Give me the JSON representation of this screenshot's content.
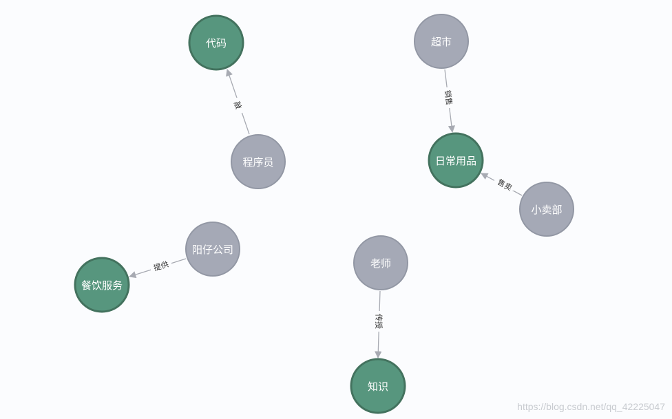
{
  "colors": {
    "background": "#fbfcfe",
    "target_fill": "#57967e",
    "target_stroke": "#43725e",
    "source_fill": "#a5a9b6",
    "source_stroke": "#9297a4",
    "edge": "#a7aab2",
    "edge_label_bg": "#ffffff",
    "node_text": "#ffffff"
  },
  "nodes": {
    "code": {
      "label": "代码",
      "kind": "target"
    },
    "programmer": {
      "label": "程序员",
      "kind": "source"
    },
    "supermarket": {
      "label": "超市",
      "kind": "source"
    },
    "daily_goods": {
      "label": "日常用品",
      "kind": "target"
    },
    "kiosk": {
      "label": "小卖部",
      "kind": "source"
    },
    "yangzai": {
      "label": "阳仔公司",
      "kind": "source"
    },
    "catering": {
      "label": "餐饮服务",
      "kind": "target"
    },
    "teacher": {
      "label": "老师",
      "kind": "source"
    },
    "knowledge": {
      "label": "知识",
      "kind": "target"
    }
  },
  "edges": {
    "programmer_code": {
      "from": "programmer",
      "to": "code",
      "label": "敲"
    },
    "supermarket_daily": {
      "from": "supermarket",
      "to": "daily_goods",
      "label": "销售"
    },
    "kiosk_daily": {
      "from": "kiosk",
      "to": "daily_goods",
      "label": "售卖"
    },
    "yangzai_catering": {
      "from": "yangzai",
      "to": "catering",
      "label": "提供"
    },
    "teacher_knowledge": {
      "from": "teacher",
      "to": "knowledge",
      "label": "传授"
    }
  },
  "watermark": "https://blog.csdn.net/qq_42225047"
}
